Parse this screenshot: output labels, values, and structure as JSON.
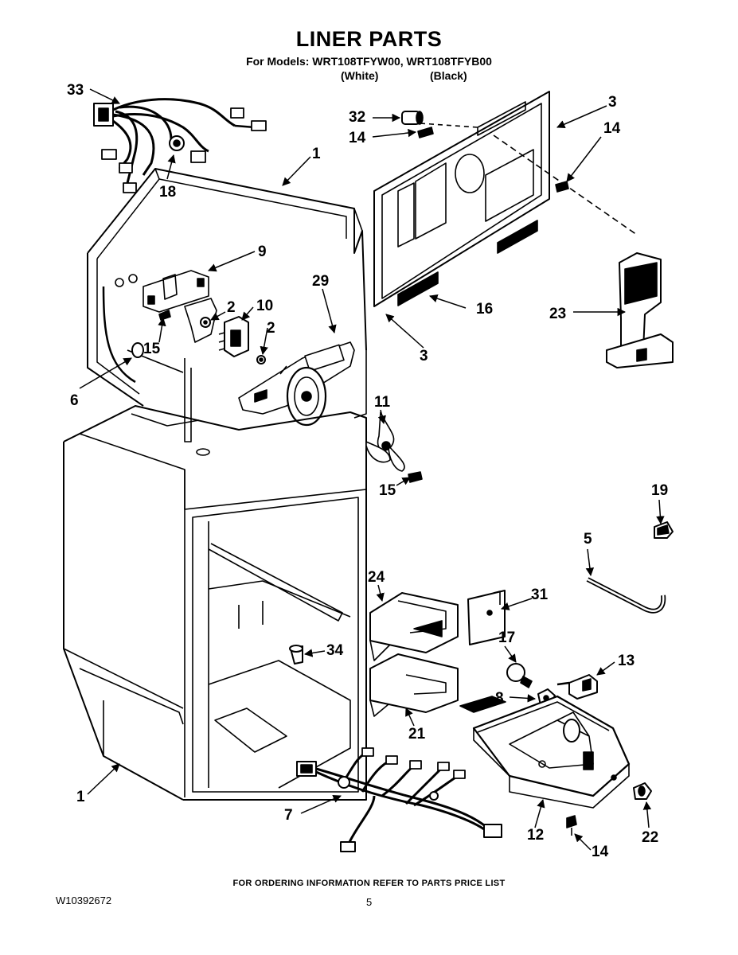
{
  "header": {
    "title": "LINER PARTS",
    "models": "For Models: WRT108TFYW00, WRT108TFYB00",
    "color_white": "(White)",
    "color_black": "(Black)"
  },
  "callouts": {
    "c33": "33",
    "c18": "18",
    "c1_top": "1",
    "c9": "9",
    "c2_a": "2",
    "c10": "10",
    "c2_b": "2",
    "c29": "29",
    "c15_a": "15",
    "c6": "6",
    "c32": "32",
    "c14_a": "14",
    "c3_top": "3",
    "c14_b": "14",
    "c16": "16",
    "c3_bottom": "3",
    "c23": "23",
    "c11": "11",
    "c15_b": "15",
    "c19": "19",
    "c5": "5",
    "c24": "24",
    "c31": "31",
    "c17": "17",
    "c13": "13",
    "c34": "34",
    "c8": "8",
    "c21": "21",
    "c1_bottom": "1",
    "c7": "7",
    "c12": "12",
    "c22": "22",
    "c14_c": "14"
  },
  "footer": {
    "ordering_note": "FOR ORDERING INFORMATION REFER TO PARTS PRICE LIST",
    "document_number": "W10392672",
    "page_number": "5"
  }
}
